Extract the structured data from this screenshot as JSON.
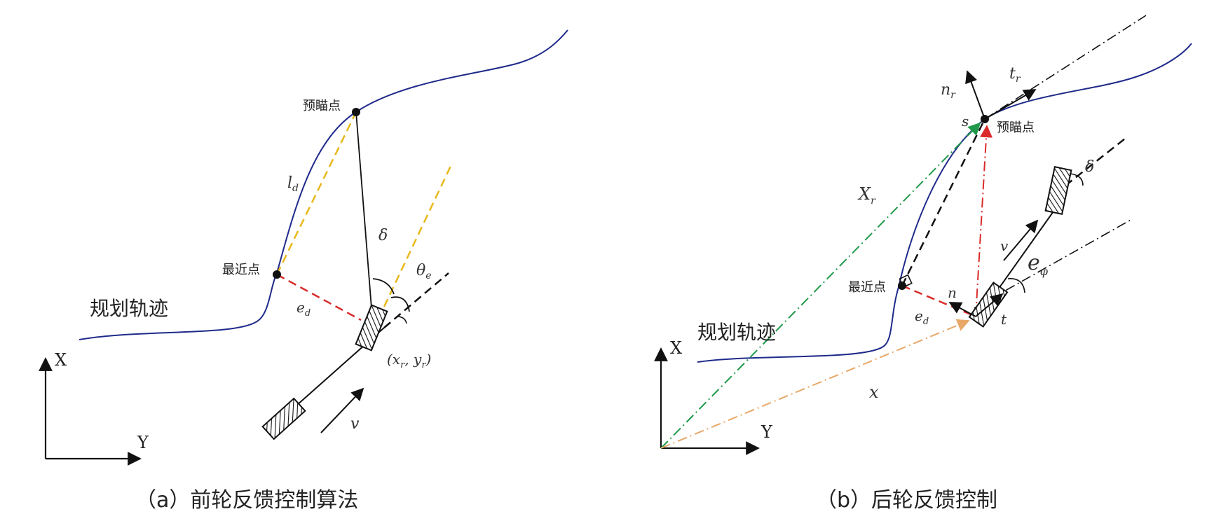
{
  "panel_a": {
    "caption": "（a）前轮反馈控制算法",
    "trajectory_label": "规划轨迹",
    "preview_point_label": "预瞄点",
    "nearest_point_label": "最近点",
    "axis_x": "X",
    "axis_y": "Y",
    "sym_ld": "l",
    "sym_ld_sub": "d",
    "sym_delta": "δ",
    "sym_theta": "θ",
    "sym_theta_sub": "e",
    "sym_ed": "e",
    "sym_ed_sub": "d",
    "sym_rear_pos": "(x",
    "sym_rear_pos_sub1": "r",
    "sym_rear_pos_mid": ", y",
    "sym_rear_pos_sub2": "r",
    "sym_rear_pos_end": ")",
    "sym_v": "v"
  },
  "panel_b": {
    "caption": "（b）后轮反馈控制",
    "trajectory_label": "规划轨迹",
    "preview_point_label": "预瞄点",
    "nearest_point_label": "最近点",
    "axis_x": "X",
    "axis_y": "Y",
    "sym_nr": "n",
    "sym_nr_sub": "r",
    "sym_tr": "t",
    "sym_tr_sub": "r",
    "sym_s": "s",
    "sym_xr": "X",
    "sym_xr_sub": "r",
    "sym_delta": "δ",
    "sym_v": "v",
    "sym_ephi": "e",
    "sym_ephi_sub": "φ",
    "sym_n": "n",
    "sym_t": "t",
    "sym_ed": "e",
    "sym_ed_sub": "d",
    "sym_x": "x"
  },
  "colors": {
    "trajectory": "#1f2a8a",
    "yellow_dash": "#e8b81a",
    "red_dash": "#d92b2b",
    "green_dashdot": "#1f9a4a",
    "orange_dashdot": "#e8a868",
    "black": "#111111"
  }
}
